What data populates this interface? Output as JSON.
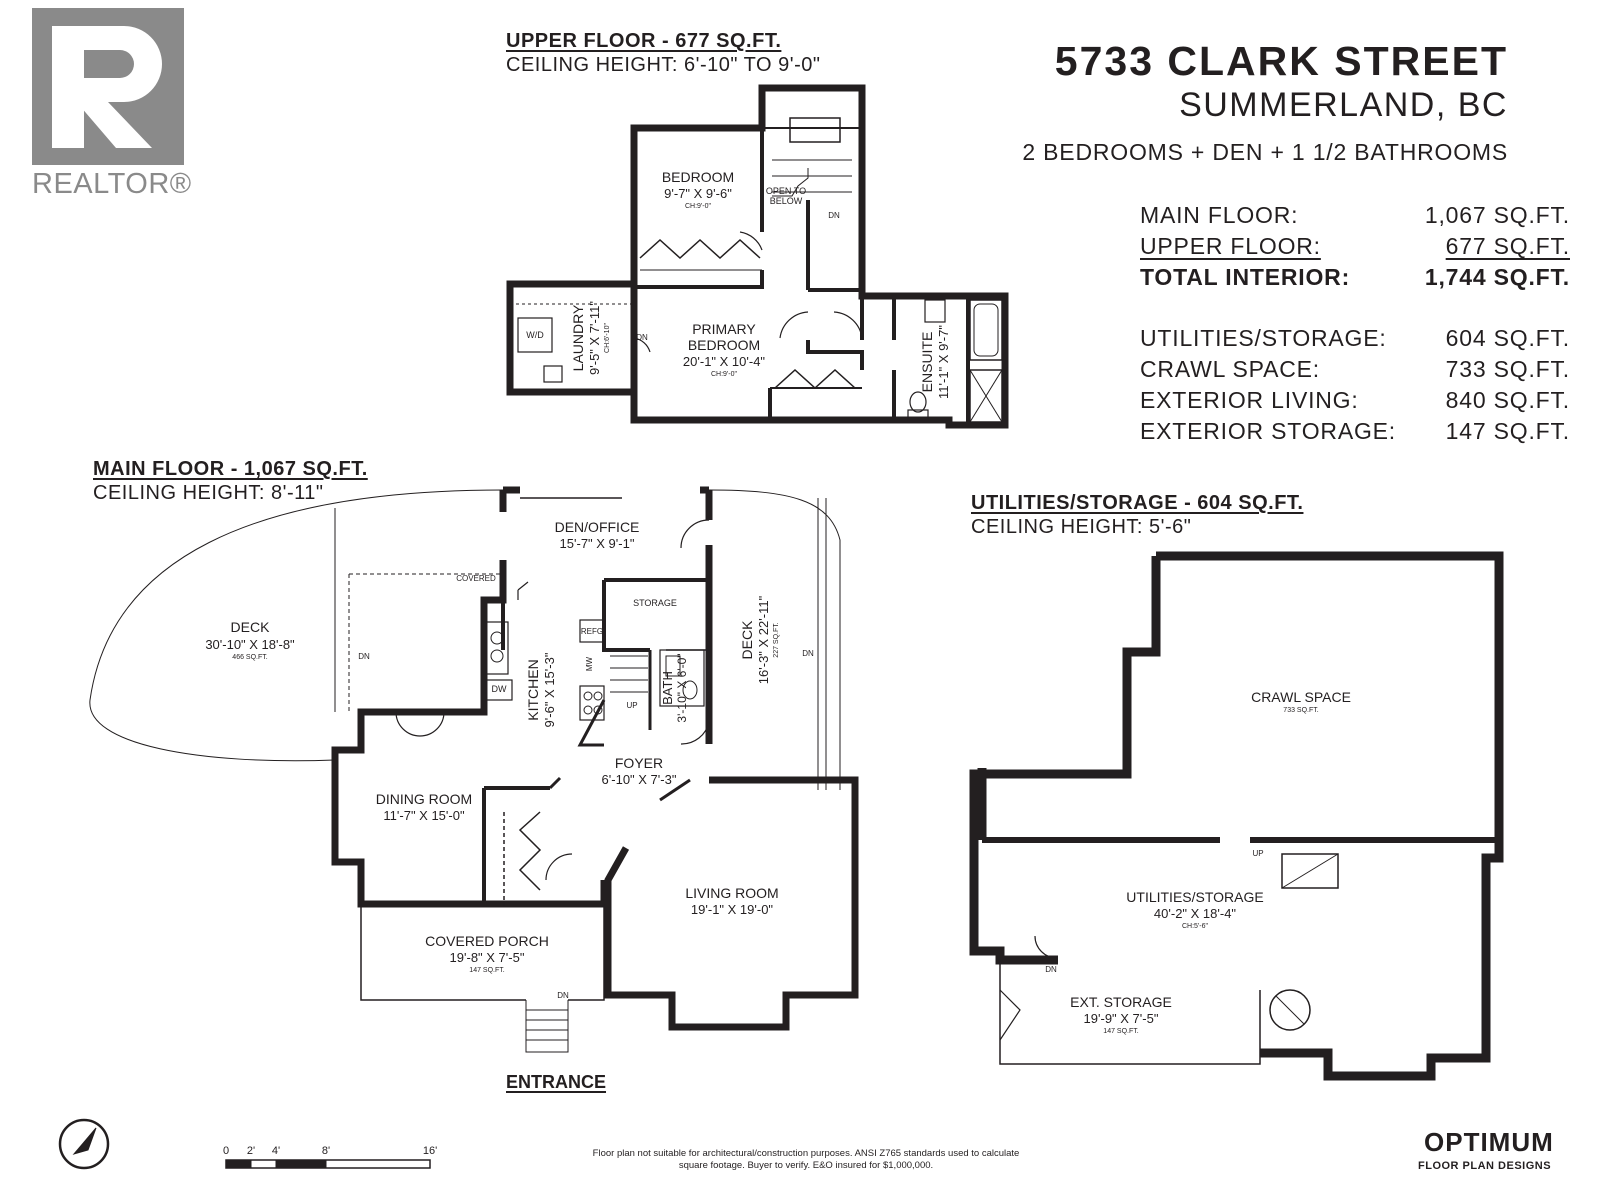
{
  "header": {
    "title": "5733 CLARK STREET",
    "subtitle": "SUMMERLAND, BC",
    "summary": "2 BEDROOMS + DEN + 1 1/2 BATHROOMS"
  },
  "areas": [
    {
      "label": "MAIN FLOOR:",
      "value": "1,067 SQ.FT."
    },
    {
      "label": "UPPER FLOOR:",
      "value": "677 SQ.FT."
    },
    {
      "label": "TOTAL INTERIOR:",
      "value": "1,744 SQ.FT."
    },
    {
      "label": "UTILITIES/STORAGE:",
      "value": "604 SQ.FT."
    },
    {
      "label": "CRAWL SPACE:",
      "value": "733 SQ.FT."
    },
    {
      "label": "EXTERIOR LIVING:",
      "value": "840 SQ.FT."
    },
    {
      "label": "EXTERIOR STORAGE:",
      "value": "147 SQ.FT."
    }
  ],
  "logo": {
    "text": "REALTOR®",
    "letter": "R"
  },
  "upper_floor": {
    "heading": "UPPER FLOOR - 677 SQ.FT.",
    "ceiling": "CEILING HEIGHT: 6'-10\" TO 9'-0\"",
    "rooms": {
      "bedroom": {
        "name": "BEDROOM",
        "dims": "9'-7\" X 9'-6\"",
        "ch": "CH:9'-0\""
      },
      "primary": {
        "name1": "PRIMARY",
        "name2": "BEDROOM",
        "dims": "20'-1\" X 10'-4\"",
        "ch": "CH:9'-0\""
      },
      "laundry": {
        "name": "LAUNDRY",
        "dims": "9'-5\" X 7'-11\"",
        "ch": "CH:6'-10\"",
        "wd": "W/D"
      },
      "ensuite": {
        "name": "ENSUITE",
        "dims": "11'-1\" X 9'-7\""
      },
      "open": {
        "line1": "OPEN TO",
        "line2": "BELOW"
      },
      "dn": "DN"
    }
  },
  "main_floor": {
    "heading": "MAIN FLOOR - 1,067 SQ.FT.",
    "ceiling": "CEILING HEIGHT: 8'-11\"",
    "rooms": {
      "deck_w": {
        "name": "DECK",
        "dims": "30'-10\" X 18'-8\"",
        "area": "466 SQ.FT.",
        "covered": "COVERED"
      },
      "den": {
        "name": "DEN/OFFICE",
        "dims": "15'-7\" X 9'-1\""
      },
      "storage": {
        "name": "STORAGE"
      },
      "kitchen": {
        "name": "KITCHEN",
        "dims": "9'-6\" X 15'-3\"",
        "refg": "REFG",
        "mw": "MW",
        "dw": "DW"
      },
      "bath": {
        "name": "BATH",
        "dims": "3'-10\" X 6'-0\""
      },
      "deck_e": {
        "name": "DECK",
        "dims": "16'-3\" X 22'-11\"",
        "area": "227 SQ.FT."
      },
      "foyer": {
        "name": "FOYER",
        "dims": "6'-10\" X 7'-3\""
      },
      "dining": {
        "name": "DINING ROOM",
        "dims": "11'-7\" X 15'-0\""
      },
      "living": {
        "name": "LIVING ROOM",
        "dims": "19'-1\" X 19'-0\""
      },
      "porch": {
        "name": "COVERED PORCH",
        "dims": "19'-8\" X 7'-5\"",
        "area": "147 SQ.FT."
      },
      "up": "UP",
      "dn": "DN"
    },
    "entrance": "ENTRANCE"
  },
  "utilities": {
    "heading": "UTILITIES/STORAGE - 604 SQ.FT.",
    "ceiling": "CEILING HEIGHT: 5'-6\"",
    "rooms": {
      "crawl": {
        "name": "CRAWL SPACE",
        "area": "733 SQ.FT."
      },
      "util": {
        "name": "UTILITIES/STORAGE",
        "dims": "40'-2\" X 18'-4\"",
        "ch": "CH:5'-6\""
      },
      "ext": {
        "name": "EXT. STORAGE",
        "dims": "19'-9\" X 7'-5\"",
        "area": "147 SQ.FT."
      },
      "up": "UP",
      "dn": "DN"
    }
  },
  "scale": {
    "ticks": [
      "0",
      "2'",
      "4'",
      "8'",
      "16'"
    ]
  },
  "disclaimer": "Floor plan not suitable for architectural/construction purposes. ANSI Z765 standards used to calculate square footage. Buyer to verify. E&O insured for $1,000,000.",
  "brand": {
    "name": "OPTIMUM",
    "tagline": "FLOOR PLAN DESIGNS"
  }
}
